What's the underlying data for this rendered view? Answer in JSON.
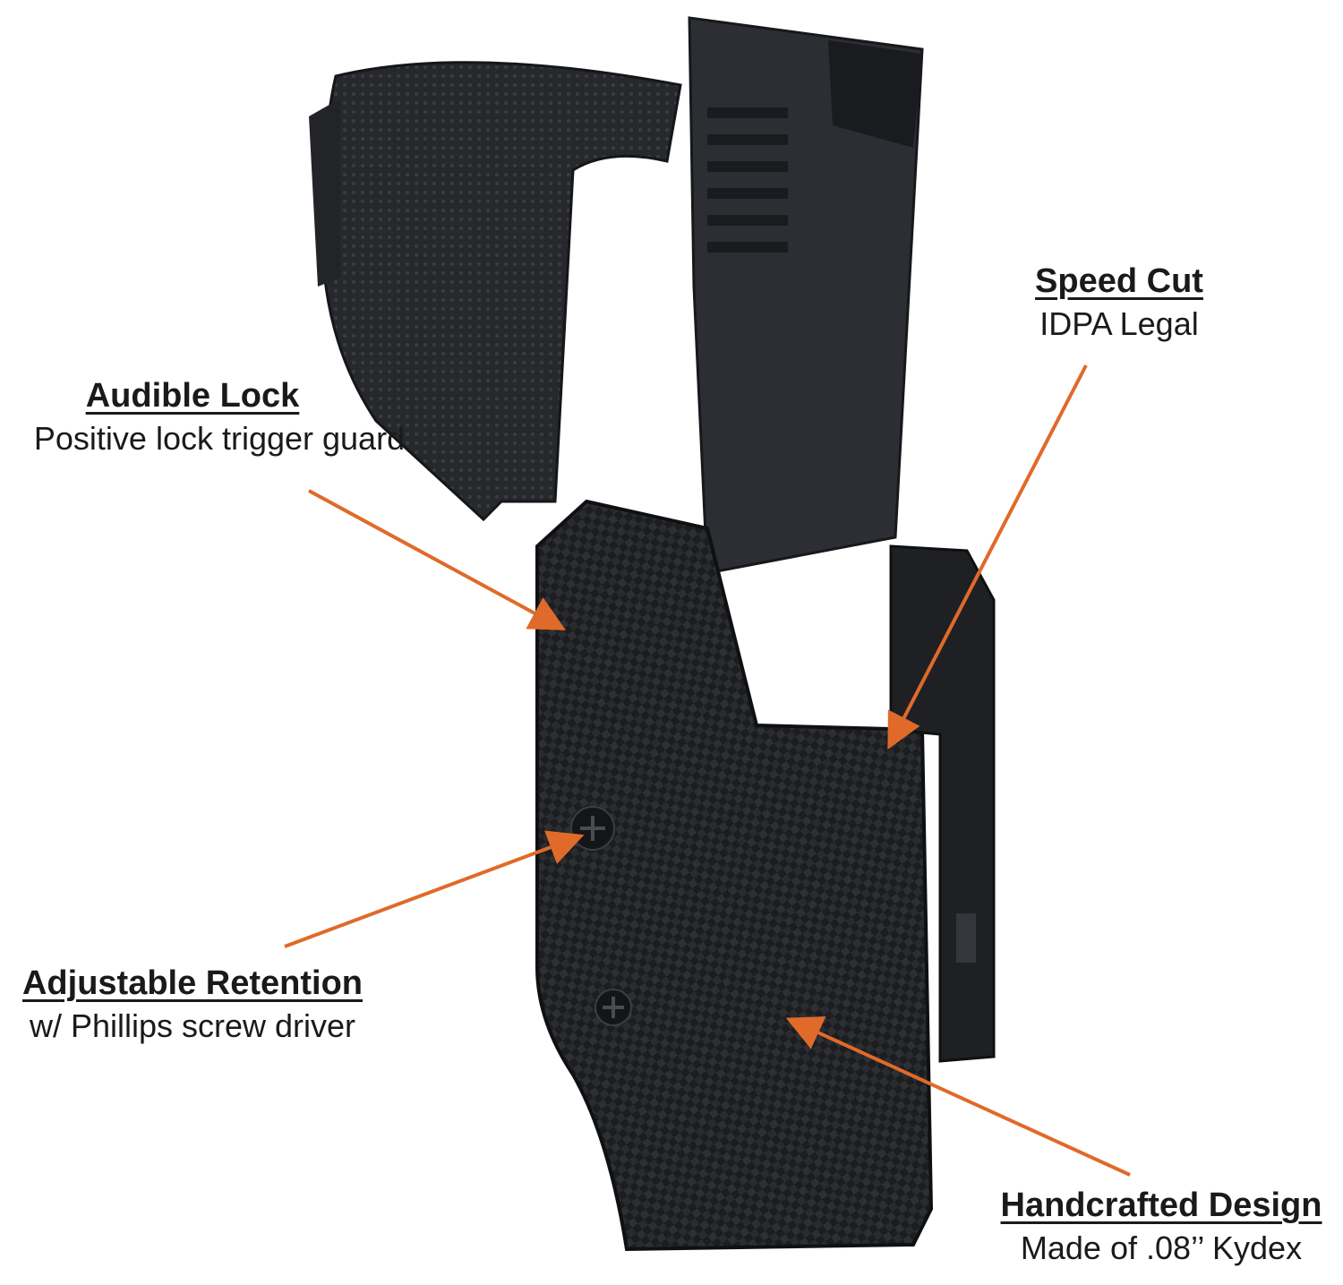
{
  "callouts": {
    "audible_lock": {
      "title": "Audible Lock",
      "subtitle": "Positive lock trigger guard"
    },
    "speed_cut": {
      "title": "Speed Cut",
      "subtitle": "IDPA Legal"
    },
    "adjustable_retention": {
      "title": "Adjustable Retention",
      "subtitle": "w/ Phillips screw driver"
    },
    "handcrafted_design": {
      "title": "Handcrafted Design",
      "subtitle": "Made of .08’’ Kydex"
    }
  },
  "colors": {
    "arrow": "#e06a2a",
    "holster": "#1b1c1e",
    "pistol": "#2a2c31",
    "background": "#ffffff"
  },
  "icons": {
    "screw": "phillips-screw-icon"
  }
}
